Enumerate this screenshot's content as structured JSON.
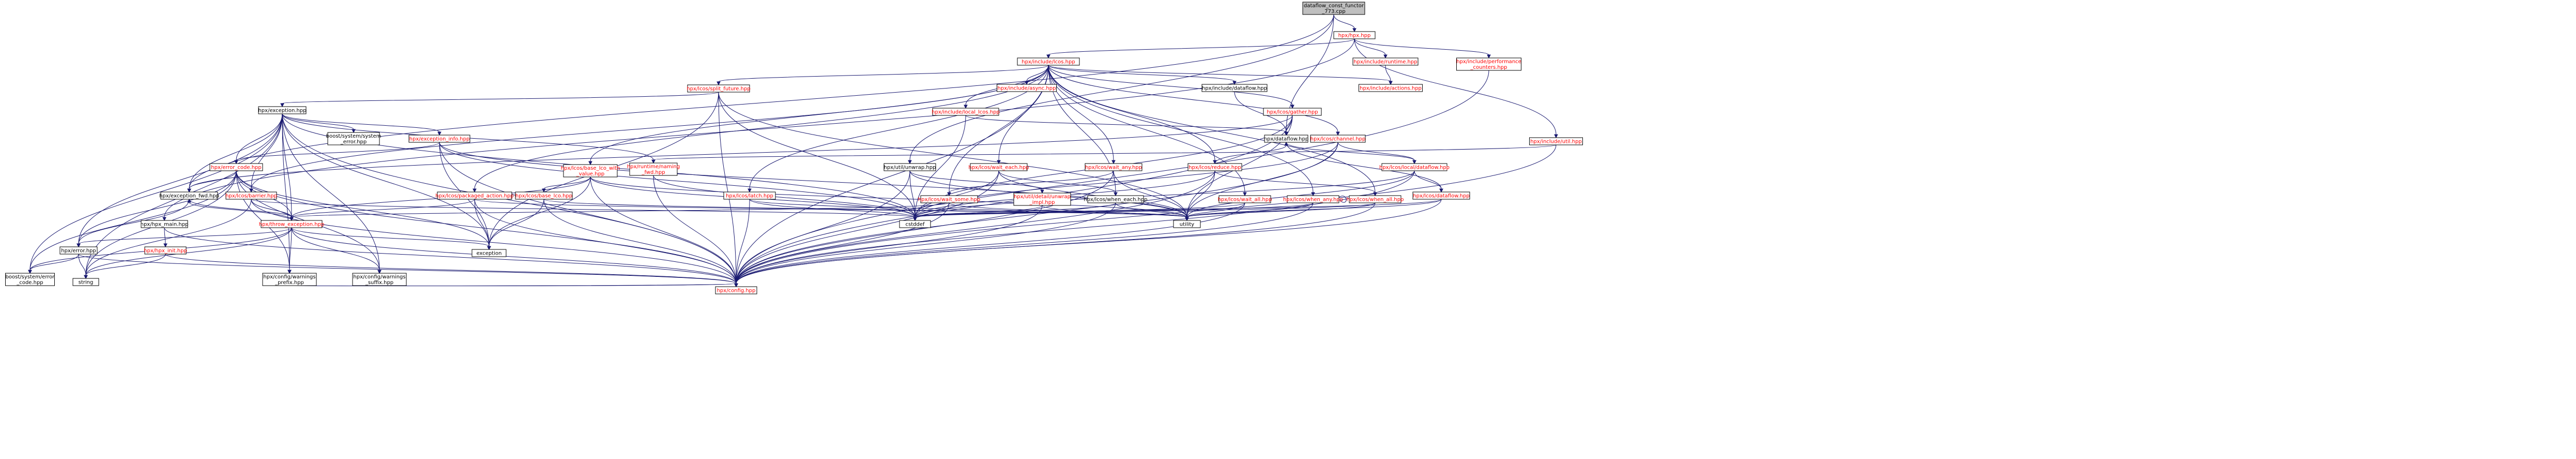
{
  "graph": {
    "colors": {
      "edge": "#191970",
      "root_fill": "#bfbfbf",
      "node_fill": "#ffffff",
      "default_border": "#000000",
      "red_text": "#ff0000",
      "black_text": "#000000"
    },
    "nodes": [
      {
        "id": "root",
        "lines": [
          "dataflow_const_functor",
          "_773.cpp"
        ],
        "style": "root"
      },
      {
        "id": "hpx_hpp",
        "lines": [
          "hpx/hpx.hpp"
        ],
        "style": "red"
      },
      {
        "id": "lcos_hpp",
        "lines": [
          "hpx/include/lcos.hpp"
        ],
        "style": "red"
      },
      {
        "id": "runtime_hpp",
        "lines": [
          "hpx/include/runtime.hpp"
        ],
        "style": "red"
      },
      {
        "id": "perf_counters",
        "lines": [
          "hpx/include/performance",
          "_counters.hpp"
        ],
        "style": "red"
      },
      {
        "id": "actions_hpp",
        "lines": [
          "hpx/include/actions.hpp"
        ],
        "style": "red"
      },
      {
        "id": "split_future",
        "lines": [
          "hpx/lcos/split_future.hpp"
        ],
        "style": "red"
      },
      {
        "id": "async_hpp",
        "lines": [
          "hpx/include/async.hpp"
        ],
        "style": "red"
      },
      {
        "id": "local_lcos",
        "lines": [
          "hpx/include/local_lcos.hpp"
        ],
        "style": "red"
      },
      {
        "id": "inc_dataflow",
        "lines": [
          "hpx/include/dataflow.hpp"
        ],
        "style": "black"
      },
      {
        "id": "gather_hpp",
        "lines": [
          "hpx/lcos/gather.hpp"
        ],
        "style": "red"
      },
      {
        "id": "util_hpp",
        "lines": [
          "hpx/include/util.hpp"
        ],
        "style": "red"
      },
      {
        "id": "exception_hpp",
        "lines": [
          "hpx/exception.hpp"
        ],
        "style": "black"
      },
      {
        "id": "system_error",
        "lines": [
          "boost/system/system",
          "_error.hpp"
        ],
        "style": "gray"
      },
      {
        "id": "exception_info",
        "lines": [
          "hpx/exception_info.hpp"
        ],
        "style": "red"
      },
      {
        "id": "error_code",
        "lines": [
          "hpx/error_code.hpp"
        ],
        "style": "red"
      },
      {
        "id": "runtime_naming",
        "lines": [
          "hpx/runtime/naming",
          "_fwd.hpp"
        ],
        "style": "red"
      },
      {
        "id": "base_lco_value",
        "lines": [
          "hpx/lcos/base_lco_with",
          "_value.hpp"
        ],
        "style": "red"
      },
      {
        "id": "exception_fwd",
        "lines": [
          "hpx/exception_fwd.hpp"
        ],
        "style": "black"
      },
      {
        "id": "packaged_action",
        "lines": [
          "hpx/lcos/packaged_action.hpp"
        ],
        "style": "red"
      },
      {
        "id": "base_lco",
        "lines": [
          "hpx/lcos/base_lco.hpp"
        ],
        "style": "red"
      },
      {
        "id": "barrier_hpp",
        "lines": [
          "hpx/lcos/barrier.hpp"
        ],
        "style": "red"
      },
      {
        "id": "latch_hpp",
        "lines": [
          "hpx/lcos/latch.hpp"
        ],
        "style": "red"
      },
      {
        "id": "wait_each",
        "lines": [
          "hpx/lcos/wait_each.hpp"
        ],
        "style": "red"
      },
      {
        "id": "wait_any",
        "lines": [
          "hpx/lcos/wait_any.hpp"
        ],
        "style": "red"
      },
      {
        "id": "reduce_hpp",
        "lines": [
          "hpx/lcos/reduce.hpp"
        ],
        "style": "red"
      },
      {
        "id": "channel_hpp",
        "lines": [
          "hpx/lcos/channel.hpp"
        ],
        "style": "red"
      },
      {
        "id": "dataflow_hpp",
        "lines": [
          "hpx/dataflow.hpp"
        ],
        "style": "black"
      },
      {
        "id": "std_unwrap",
        "lines": [
          "hpx/util/unwrap.hpp"
        ],
        "style": "black"
      },
      {
        "id": "local_dataflow",
        "lines": [
          "hpx/lcos/local/dataflow.hpp"
        ],
        "style": "red"
      },
      {
        "id": "lcos_dataflow",
        "lines": [
          "hpx/lcos/dataflow.hpp"
        ],
        "style": "red"
      },
      {
        "id": "wait_some",
        "lines": [
          "hpx/lcos/wait_some.hpp"
        ],
        "style": "red"
      },
      {
        "id": "unwrap_impl",
        "lines": [
          "hpx/util/detail/unwrap",
          "_impl.hpp"
        ],
        "style": "red"
      },
      {
        "id": "when_each",
        "lines": [
          "hpx/lcos/when_each.hpp"
        ],
        "style": "black"
      },
      {
        "id": "wait_all",
        "lines": [
          "hpx/lcos/wait_all.hpp"
        ],
        "style": "red"
      },
      {
        "id": "when_any",
        "lines": [
          "hpx/lcos/when_any.hpp"
        ],
        "style": "red"
      },
      {
        "id": "when_all",
        "lines": [
          "hpx/lcos/when_all.hpp"
        ],
        "style": "red"
      },
      {
        "id": "throw_exception",
        "lines": [
          "hpx/throw_exception.hpp"
        ],
        "style": "red"
      },
      {
        "id": "hpx_main",
        "lines": [
          "hpx/hpx_main.hpp"
        ],
        "style": "black"
      },
      {
        "id": "hpx_init",
        "lines": [
          "hpx/hpx_init.hpp"
        ],
        "style": "red"
      },
      {
        "id": "error_hpp",
        "lines": [
          "hpx/error.hpp"
        ],
        "style": "black"
      },
      {
        "id": "system_error_code",
        "lines": [
          "boost/system/error",
          "_code.hpp"
        ],
        "style": "gray"
      },
      {
        "id": "string",
        "lines": [
          "string"
        ],
        "style": "gray"
      },
      {
        "id": "warnings_prefix",
        "lines": [
          "hpx/config/warnings",
          "_prefix.hpp"
        ],
        "style": "black"
      },
      {
        "id": "warnings_suffix",
        "lines": [
          "hpx/config/warnings",
          "_suffix.hpp"
        ],
        "style": "black"
      },
      {
        "id": "exception",
        "lines": [
          "exception"
        ],
        "style": "gray"
      },
      {
        "id": "cstddef",
        "lines": [
          "cstddef"
        ],
        "style": "gray"
      },
      {
        "id": "utility",
        "lines": [
          "utility"
        ],
        "style": "gray"
      },
      {
        "id": "config_hpp",
        "lines": [
          "hpx/config.hpp"
        ],
        "style": "red"
      }
    ],
    "edges": [
      [
        "root",
        "hpx_hpp"
      ],
      [
        "root",
        "std_unwrap"
      ],
      [
        "root",
        "dataflow_hpp"
      ],
      [
        "root",
        "exception_fwd"
      ],
      [
        "hpx_hpp",
        "lcos_hpp"
      ],
      [
        "hpx_hpp",
        "runtime_hpp"
      ],
      [
        "hpx_hpp",
        "perf_counters"
      ],
      [
        "hpx_hpp",
        "hpx_main"
      ],
      [
        "hpx_hpp",
        "util_hpp"
      ],
      [
        "runtime_hpp",
        "actions_hpp"
      ],
      [
        "perf_counters",
        "config_hpp"
      ],
      [
        "lcos_hpp",
        "split_future"
      ],
      [
        "lcos_hpp",
        "async_hpp"
      ],
      [
        "lcos_hpp",
        "local_lcos"
      ],
      [
        "lcos_hpp",
        "inc_dataflow"
      ],
      [
        "lcos_hpp",
        "gather_hpp"
      ],
      [
        "lcos_hpp",
        "actions_hpp"
      ],
      [
        "lcos_hpp",
        "barrier_hpp"
      ],
      [
        "lcos_hpp",
        "latch_hpp"
      ],
      [
        "lcos_hpp",
        "wait_each"
      ],
      [
        "lcos_hpp",
        "wait_any"
      ],
      [
        "lcos_hpp",
        "reduce_hpp"
      ],
      [
        "lcos_hpp",
        "channel_hpp"
      ],
      [
        "lcos_hpp",
        "base_lco_value"
      ],
      [
        "lcos_hpp",
        "packaged_action"
      ],
      [
        "lcos_hpp",
        "wait_some"
      ],
      [
        "lcos_hpp",
        "when_each"
      ],
      [
        "lcos_hpp",
        "wait_all"
      ],
      [
        "lcos_hpp",
        "when_any"
      ],
      [
        "lcos_hpp",
        "when_all"
      ],
      [
        "lcos_hpp",
        "config_hpp"
      ],
      [
        "split_future",
        "exception_hpp"
      ],
      [
        "split_future",
        "config_hpp"
      ],
      [
        "split_future",
        "cstddef"
      ],
      [
        "split_future",
        "utility"
      ],
      [
        "split_future",
        "exception"
      ],
      [
        "local_lcos",
        "dataflow_hpp"
      ],
      [
        "local_lcos",
        "cstddef"
      ],
      [
        "inc_dataflow",
        "dataflow_hpp"
      ],
      [
        "gather_hpp",
        "dataflow_hpp"
      ],
      [
        "gather_hpp",
        "cstddef"
      ],
      [
        "gather_hpp",
        "utility"
      ],
      [
        "gather_hpp",
        "config_hpp"
      ],
      [
        "gather_hpp",
        "exception_fwd"
      ],
      [
        "util_hpp",
        "config_hpp"
      ],
      [
        "util_hpp",
        "runtime_naming"
      ],
      [
        "exception_hpp",
        "system_error"
      ],
      [
        "exception_hpp",
        "exception_info"
      ],
      [
        "exception_hpp",
        "error_code"
      ],
      [
        "exception_hpp",
        "exception_fwd"
      ],
      [
        "exception_hpp",
        "throw_exception"
      ],
      [
        "exception_hpp",
        "error_hpp"
      ],
      [
        "exception_hpp",
        "string"
      ],
      [
        "exception_hpp",
        "exception"
      ],
      [
        "exception_hpp",
        "config_hpp"
      ],
      [
        "exception_hpp",
        "warnings_prefix"
      ],
      [
        "exception_hpp",
        "warnings_suffix"
      ],
      [
        "exception_hpp",
        "cstddef"
      ],
      [
        "exception_hpp",
        "system_error_code"
      ],
      [
        "exception_hpp",
        "barrier_hpp"
      ],
      [
        "exception_hpp",
        "runtime_naming"
      ],
      [
        "exception_info",
        "config_hpp"
      ],
      [
        "exception_info",
        "error_code"
      ],
      [
        "exception_info",
        "exception"
      ],
      [
        "exception_info",
        "utility"
      ],
      [
        "exception_info",
        "cstddef"
      ],
      [
        "error_code",
        "throw_exception"
      ],
      [
        "error_code",
        "error_hpp"
      ],
      [
        "error_code",
        "exception_fwd"
      ],
      [
        "error_code",
        "string"
      ],
      [
        "error_code",
        "exception"
      ],
      [
        "error_code",
        "system_error_code"
      ],
      [
        "error_code",
        "config_hpp"
      ],
      [
        "error_code",
        "warnings_prefix"
      ],
      [
        "error_code",
        "warnings_suffix"
      ],
      [
        "runtime_naming",
        "config_hpp"
      ],
      [
        "runtime_naming",
        "cstddef"
      ],
      [
        "base_lco_value",
        "base_lco"
      ],
      [
        "base_lco_value",
        "throw_exception"
      ],
      [
        "base_lco_value",
        "cstddef"
      ],
      [
        "base_lco_value",
        "utility"
      ],
      [
        "base_lco_value",
        "exception"
      ],
      [
        "base_lco_value",
        "config_hpp"
      ],
      [
        "exception_fwd",
        "throw_exception"
      ],
      [
        "exception_fwd",
        "error_hpp"
      ],
      [
        "packaged_action",
        "throw_exception"
      ],
      [
        "packaged_action",
        "exception"
      ],
      [
        "packaged_action",
        "utility"
      ],
      [
        "packaged_action",
        "config_hpp"
      ],
      [
        "base_lco",
        "exception"
      ],
      [
        "base_lco",
        "utility"
      ],
      [
        "base_lco",
        "config_hpp"
      ],
      [
        "barrier_hpp",
        "throw_exception"
      ],
      [
        "barrier_hpp",
        "cstddef"
      ],
      [
        "barrier_hpp",
        "string"
      ],
      [
        "barrier_hpp",
        "config_hpp"
      ],
      [
        "latch_hpp",
        "cstddef"
      ],
      [
        "latch_hpp",
        "utility"
      ],
      [
        "latch_hpp",
        "config_hpp"
      ],
      [
        "wait_each",
        "cstddef"
      ],
      [
        "wait_each",
        "utility"
      ],
      [
        "wait_each",
        "when_each"
      ],
      [
        "wait_each",
        "config_hpp"
      ],
      [
        "wait_any",
        "wait_some"
      ],
      [
        "wait_any",
        "utility"
      ],
      [
        "wait_any",
        "config_hpp"
      ],
      [
        "reduce_hpp",
        "when_all"
      ],
      [
        "reduce_hpp",
        "dataflow_hpp"
      ],
      [
        "reduce_hpp",
        "cstddef"
      ],
      [
        "reduce_hpp",
        "utility"
      ],
      [
        "reduce_hpp",
        "config_hpp"
      ],
      [
        "channel_hpp",
        "local_dataflow"
      ],
      [
        "channel_hpp",
        "cstddef"
      ],
      [
        "channel_hpp",
        "utility"
      ],
      [
        "channel_hpp",
        "config_hpp"
      ],
      [
        "dataflow_hpp",
        "local_dataflow"
      ],
      [
        "dataflow_hpp",
        "lcos_dataflow"
      ],
      [
        "std_unwrap",
        "unwrap_impl"
      ],
      [
        "std_unwrap",
        "cstddef"
      ],
      [
        "std_unwrap",
        "utility"
      ],
      [
        "std_unwrap",
        "config_hpp"
      ],
      [
        "local_dataflow",
        "lcos_dataflow"
      ],
      [
        "local_dataflow",
        "utility"
      ],
      [
        "local_dataflow",
        "cstddef"
      ],
      [
        "local_dataflow",
        "config_hpp"
      ],
      [
        "lcos_dataflow",
        "utility"
      ],
      [
        "lcos_dataflow",
        "cstddef"
      ],
      [
        "lcos_dataflow",
        "config_hpp"
      ],
      [
        "wait_some",
        "throw_exception"
      ],
      [
        "wait_some",
        "cstddef"
      ],
      [
        "wait_some",
        "utility"
      ],
      [
        "wait_some",
        "config_hpp"
      ],
      [
        "unwrap_impl",
        "cstddef"
      ],
      [
        "unwrap_impl",
        "utility"
      ],
      [
        "unwrap_impl",
        "config_hpp"
      ],
      [
        "when_each",
        "cstddef"
      ],
      [
        "when_each",
        "utility"
      ],
      [
        "when_each",
        "config_hpp"
      ],
      [
        "wait_all",
        "cstddef"
      ],
      [
        "wait_all",
        "utility"
      ],
      [
        "wait_all",
        "config_hpp"
      ],
      [
        "when_any",
        "when_any"
      ],
      [
        "when_any",
        "cstddef"
      ],
      [
        "when_any",
        "utility"
      ],
      [
        "when_any",
        "config_hpp"
      ],
      [
        "when_all",
        "cstddef"
      ],
      [
        "when_all",
        "utility"
      ],
      [
        "when_all",
        "config_hpp"
      ],
      [
        "throw_exception",
        "error_hpp"
      ],
      [
        "throw_exception",
        "exception_fwd"
      ],
      [
        "throw_exception",
        "warnings_prefix"
      ],
      [
        "throw_exception",
        "warnings_suffix"
      ],
      [
        "throw_exception",
        "system_error_code"
      ],
      [
        "throw_exception",
        "string"
      ],
      [
        "throw_exception",
        "exception"
      ],
      [
        "throw_exception",
        "config_hpp"
      ],
      [
        "hpx_main",
        "hpx_init"
      ],
      [
        "hpx_main",
        "config_hpp"
      ],
      [
        "hpx_init",
        "config_hpp"
      ],
      [
        "hpx_init",
        "string"
      ],
      [
        "error_hpp",
        "system_error_code"
      ],
      [
        "error_hpp",
        "string"
      ],
      [
        "error_hpp",
        "config_hpp"
      ],
      [
        "warnings_prefix",
        "config_hpp"
      ],
      [
        "warnings_suffix",
        "config_hpp"
      ]
    ]
  }
}
